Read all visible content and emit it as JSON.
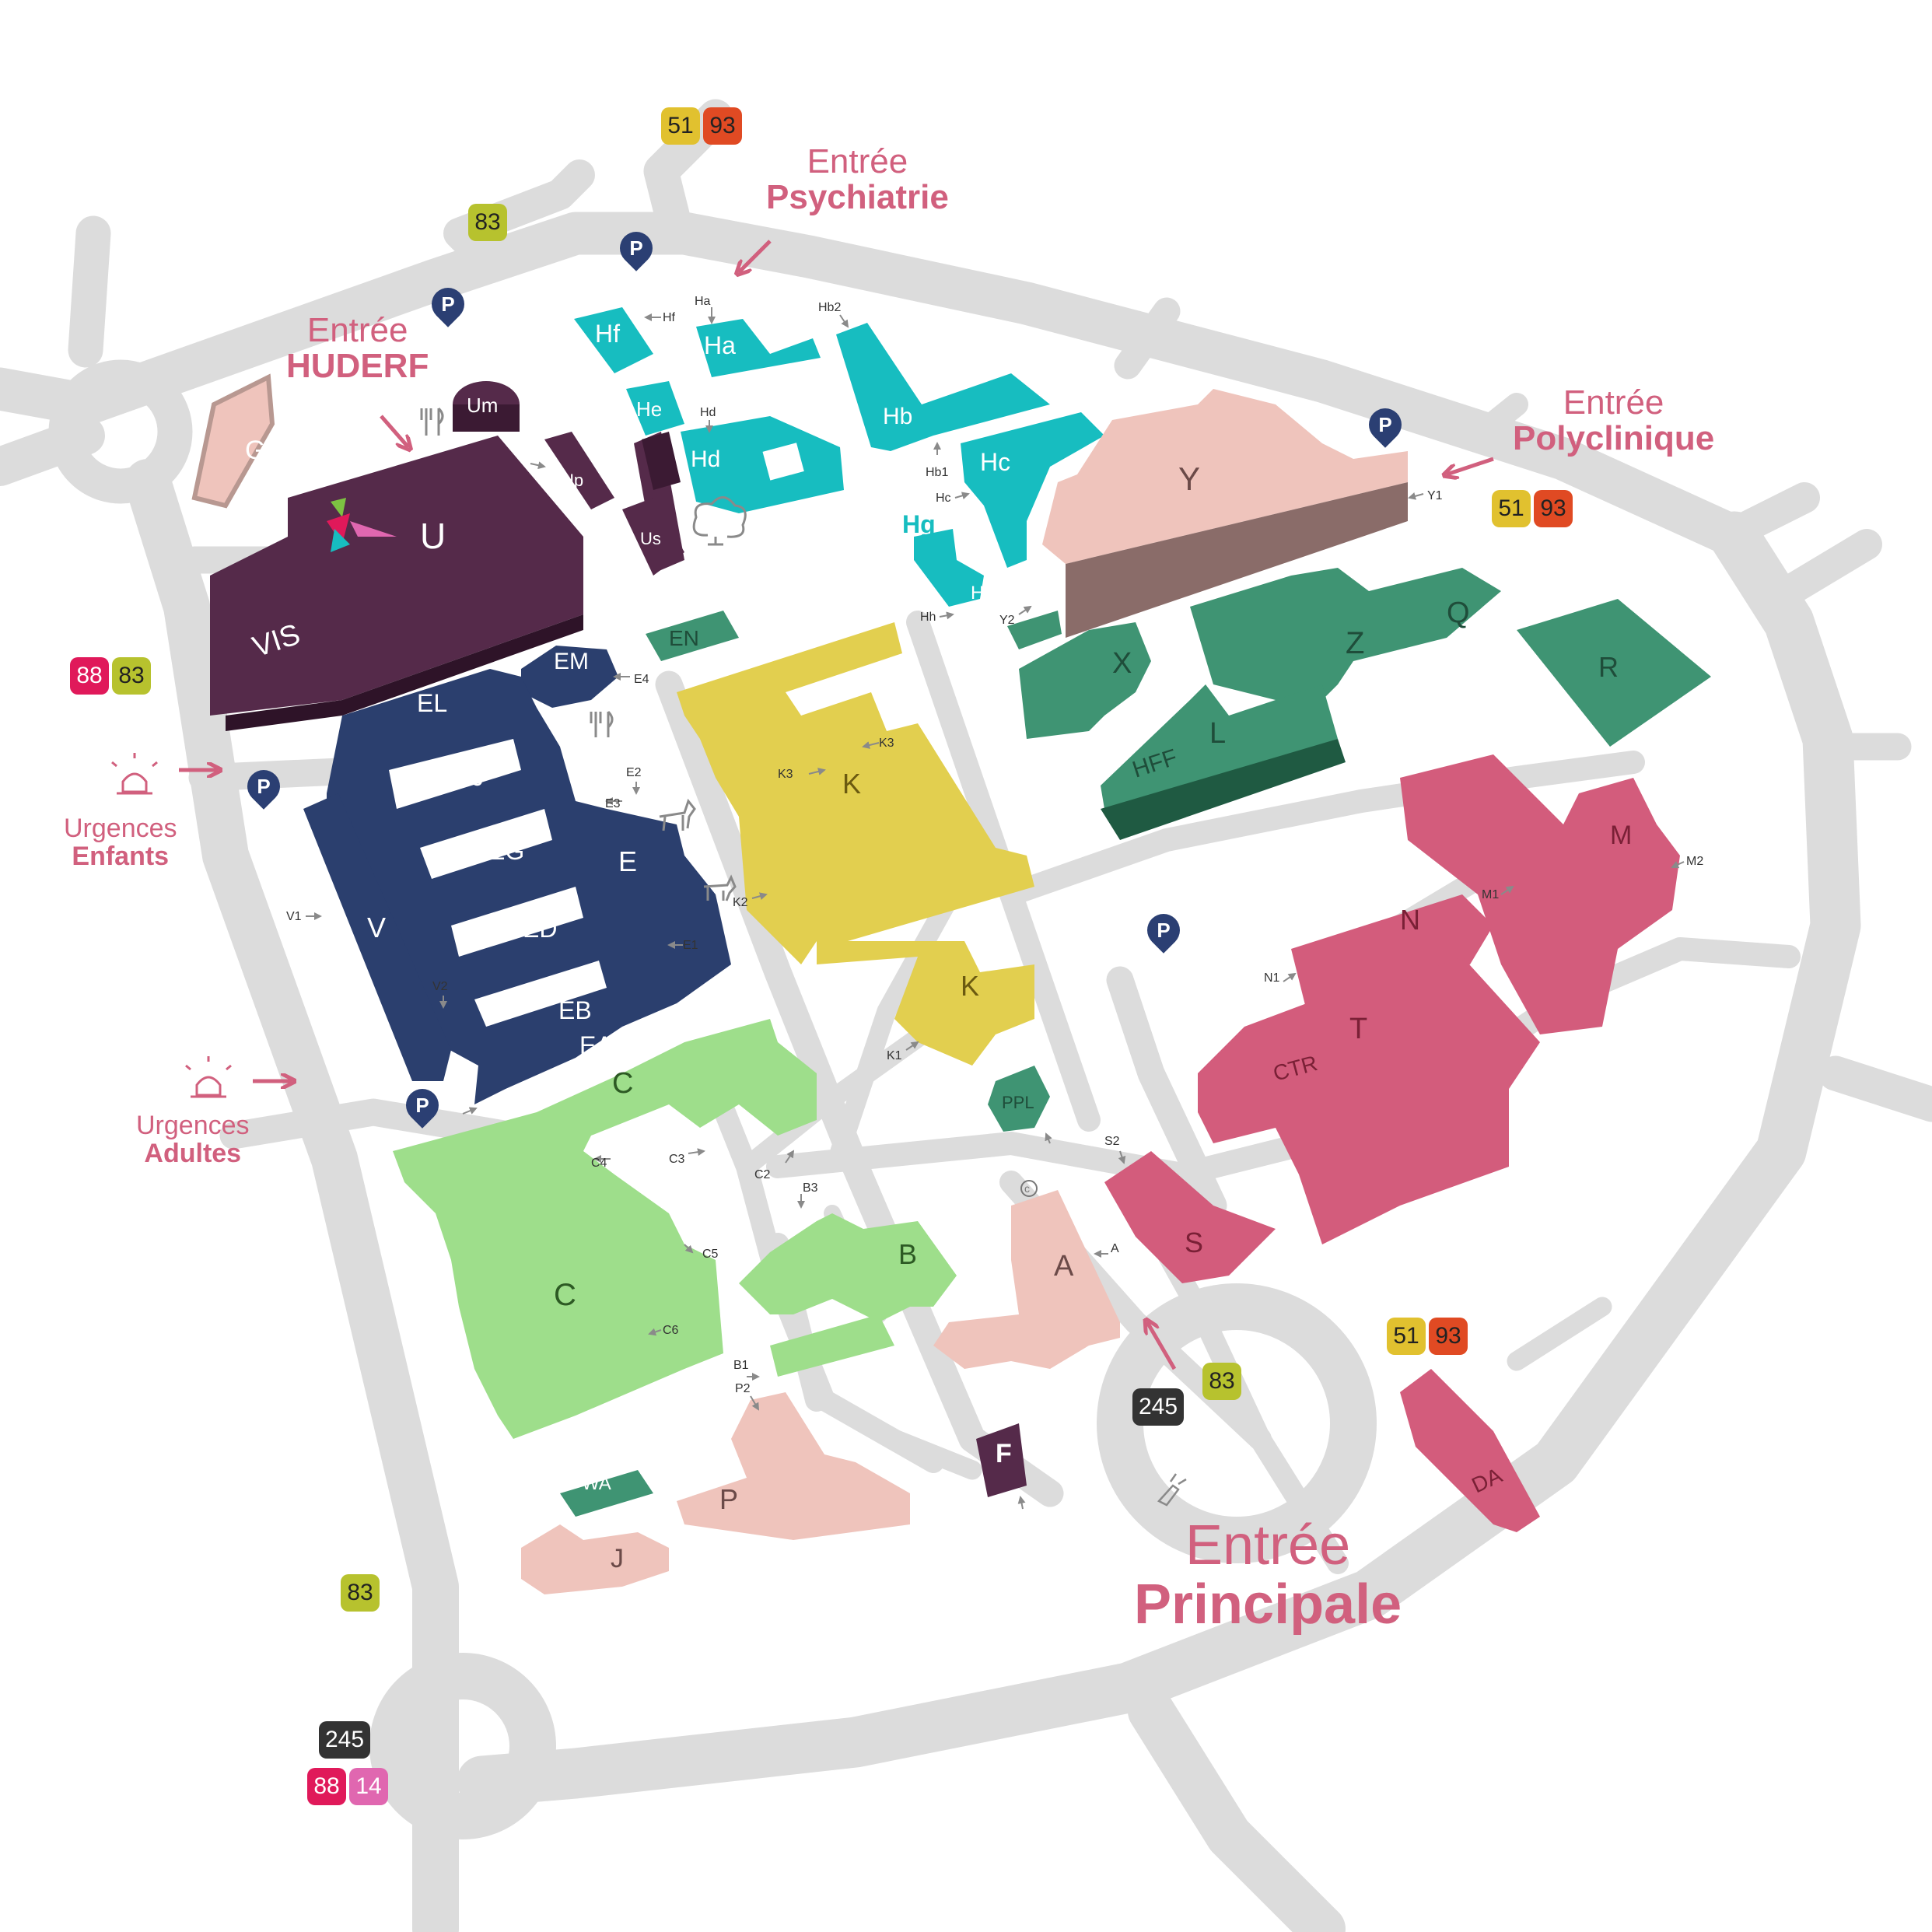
{
  "colors": {
    "road": "#dcdcdc",
    "pink_text": "#d1607e",
    "maroon": "#552a4a",
    "navy": "#2b3f6e",
    "teal": "#17bdc0",
    "yellow": "#e2cf4f",
    "green_dark": "#3f9473",
    "green_light": "#9ede8b",
    "salmon": "#efc4bc",
    "crimson": "#d35c7c",
    "parking": "#2b3f73"
  },
  "entrances": {
    "psychiatrie": {
      "line1": "Entrée",
      "line2": "Psychiatrie"
    },
    "huderf": {
      "line1": "Entrée",
      "line2": "HUDERF"
    },
    "polyclinique": {
      "line1": "Entrée",
      "line2": "Polyclinique"
    },
    "urgences_enfants": {
      "line1": "Urgences",
      "line2": "Enfants"
    },
    "urgences_adultes": {
      "line1": "Urgences",
      "line2": "Adultes"
    },
    "principale": {
      "line1": "Entrée",
      "line2": "Principale"
    }
  },
  "buildings": {
    "G": "G",
    "Um": "Um",
    "U": "U",
    "Up": "Up",
    "Us": "Us",
    "VIS": "VIS",
    "Hf": "Hf",
    "Ha": "Ha",
    "He": "He",
    "Hd": "Hd",
    "Hb": "Hb",
    "Hc": "Hc",
    "Hg": "Hg",
    "Hh": "Hh",
    "Y": "Y",
    "EN": "EN",
    "EM": "EM",
    "EL": "EL",
    "EJ": "EJ",
    "EG": "EG",
    "E": "E",
    "ED": "ED",
    "EB": "EB",
    "EA": "EA",
    "V": "V",
    "K_top": "K",
    "K_bottom": "K",
    "X": "X",
    "Z": "Z",
    "Q": "Q",
    "R": "R",
    "L": "L",
    "HFF": "HFF",
    "M": "M",
    "N": "N",
    "T": "T",
    "CTR": "CTR",
    "S": "S",
    "DA": "DA",
    "PPL": "PPL",
    "C_top": "C",
    "C_main": "C",
    "B": "B",
    "A": "A",
    "F": "F",
    "P": "P",
    "J": "J",
    "WA": "WA"
  },
  "entry_markers": {
    "Hf": "Hf",
    "Ha": "Ha",
    "Hb2": "Hb2",
    "Hd": "Hd",
    "Hb1": "Hb1",
    "Hc": "Hc",
    "Hh": "Hh",
    "Y2": "Y2",
    "Y1": "Y1",
    "E4": "E4",
    "E2": "E2",
    "E3": "E3",
    "E1": "E1",
    "K3a": "K3",
    "K3b": "K3",
    "K2": "K2",
    "K1": "K1",
    "V1": "V1",
    "V2": "V2",
    "M1": "M1",
    "M2": "M2",
    "N1": "N1",
    "S2": "S2",
    "A": "A",
    "C4": "C4",
    "C3": "C3",
    "C2": "C2",
    "B3": "B3",
    "C5": "C5",
    "C6": "C6",
    "B1": "B1",
    "P2": "P2"
  },
  "bus_stops": [
    {
      "lines": [
        {
          "n": "51",
          "color": "#e1c12f"
        },
        {
          "n": "93",
          "color": "#e04a23"
        }
      ]
    },
    {
      "lines": [
        {
          "n": "83",
          "color": "#b7c22e"
        }
      ]
    },
    {
      "lines": [
        {
          "n": "51",
          "color": "#e1c12f"
        },
        {
          "n": "93",
          "color": "#e04a23"
        }
      ]
    },
    {
      "lines": [
        {
          "n": "88",
          "color": "#e0195a"
        },
        {
          "n": "83",
          "color": "#b7c22e"
        }
      ]
    },
    {
      "lines": [
        {
          "n": "51",
          "color": "#e1c12f"
        },
        {
          "n": "93",
          "color": "#e04a23"
        }
      ]
    },
    {
      "lines": [
        {
          "n": "83",
          "color": "#b7c22e"
        }
      ]
    },
    {
      "lines": [
        {
          "n": "245",
          "color": "#333333"
        }
      ]
    },
    {
      "lines": [
        {
          "n": "83",
          "color": "#b7c22e"
        }
      ]
    },
    {
      "lines": [
        {
          "n": "245",
          "color": "#333333"
        }
      ]
    },
    {
      "lines": [
        {
          "n": "88",
          "color": "#e0195a"
        },
        {
          "n": "14",
          "color": "#e067b0"
        }
      ]
    }
  ],
  "parking_label": "P",
  "icons": [
    "restaurant-icon",
    "tree-icon",
    "horse-icon",
    "cow-icon",
    "copyright-icon",
    "flower-icon",
    "siren-icon",
    "huderf-logo-icon"
  ]
}
